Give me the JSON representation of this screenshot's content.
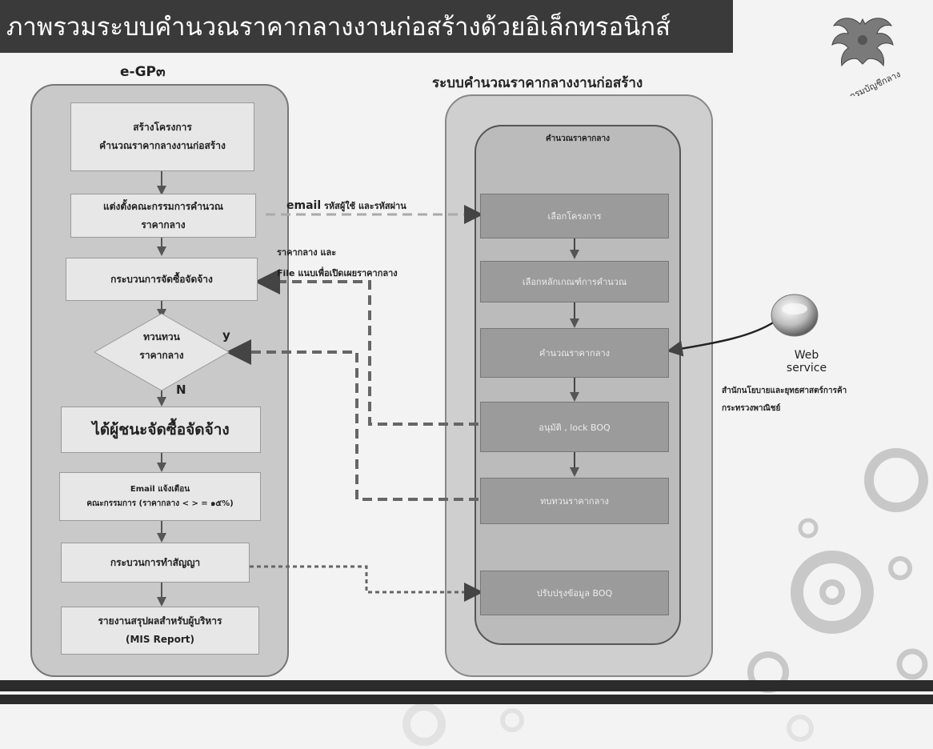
{
  "title": "ภาพรวมระบบคำนวณราคากลางงานก่อสร้างด้วยอิเล็กทรอนิกส์",
  "left_column": {
    "title": "e-GP๓",
    "boxes": {
      "create_project_line1": "สร้างโครงการ",
      "create_project_line2": "คำนวณราคากลางงานก่อสร้าง",
      "appoint_line1": "แต่งตั้งคณะกรรมการคำนวณ",
      "appoint_line2": "ราคากลาง",
      "procurement": "กระบวนการจัดซื้อจัดจ้าง",
      "review_line1": "ทวนทวน",
      "review_line2": "ราคากลาง",
      "winner": "ได้ผู้ชนะจัดซื้อจัดจ้าง",
      "email_line1": "Email แจ้งเตือน",
      "email_line2": "คณะกรรมการ (ราคากลาง < > = ๑๕%)",
      "contract": "กระบวนการทำสัญญา",
      "report_line1": "รายงานสรุปผลสำหรับผู้บริหาร",
      "report_line2": "(MIS Report)"
    },
    "decision_yes": "y",
    "decision_no": "N"
  },
  "right_column": {
    "title": "ระบบคำนวณราคากลางงานก่อสร้าง",
    "inner_title": "คำนวณราคากลาง",
    "steps": [
      "เลือกโครงการ",
      "เลือกหลักเกณฑ์การคำนวณ",
      "คำนวณราคากลาง",
      "อนุมัติ , lock BOQ",
      "ทบทวนราคากลาง",
      "ปรับปรุงข้อมูล BOQ"
    ]
  },
  "connectors": {
    "email_label_bold": "email",
    "email_label_rest": "รหัสผู้ใช้ และรหัสผ่าน",
    "price_label_line1": "ราคากลาง และ",
    "price_label_line2": "File แนบเพื่อเปิดเผยราคากลาง"
  },
  "web_service": {
    "label_line1": "Web",
    "label_line2": "service",
    "org_line1": "สำนักนโยบายและยุทธศาสตร์การค้า",
    "org_line2": "กระทรวงพาณิชย์",
    "icon": "globe-icon"
  },
  "emblem": {
    "icon": "garuda-emblem-icon",
    "text": "กรมบัญชีกลาง"
  },
  "colors": {
    "title_bar": "#3a3a3a",
    "left_panel": "#c9c9c9",
    "right_step": "#9b9b9b",
    "dashed_connector": "#666666"
  }
}
